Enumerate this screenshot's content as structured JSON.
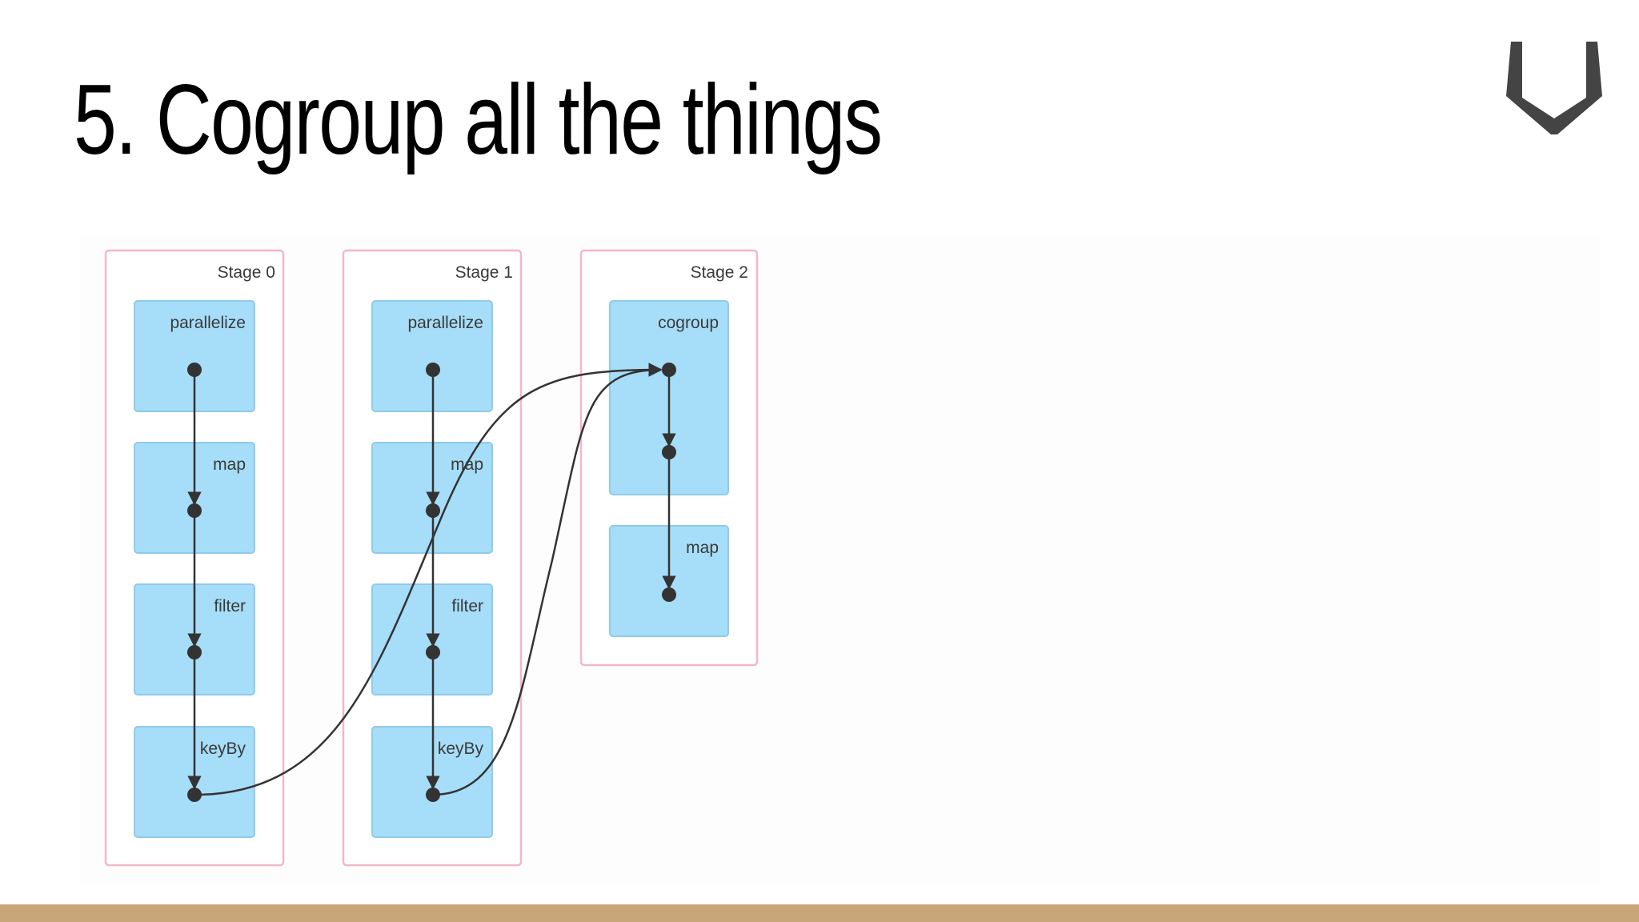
{
  "slide": {
    "title": "5. Cogroup all the things"
  },
  "logo": {
    "icon": "vessel-logo-icon",
    "color": "#444444"
  },
  "footer": {
    "bar_color": "#c9a57a"
  },
  "diagram": {
    "stages": [
      {
        "label": "Stage 0",
        "operators": [
          "parallelize",
          "map",
          "filter",
          "keyBy"
        ]
      },
      {
        "label": "Stage 1",
        "operators": [
          "parallelize",
          "map",
          "filter",
          "keyBy"
        ]
      },
      {
        "label": "Stage 2",
        "operators": [
          "cogroup",
          "map"
        ]
      }
    ],
    "edges": [
      {
        "from": "stage0.keyBy",
        "to": "stage2.cogroup"
      },
      {
        "from": "stage1.keyBy",
        "to": "stage2.cogroup"
      }
    ],
    "colors": {
      "stage_border": "#f2b8c6",
      "operator_fill": "#a6ddf8",
      "edge": "#333333"
    }
  }
}
